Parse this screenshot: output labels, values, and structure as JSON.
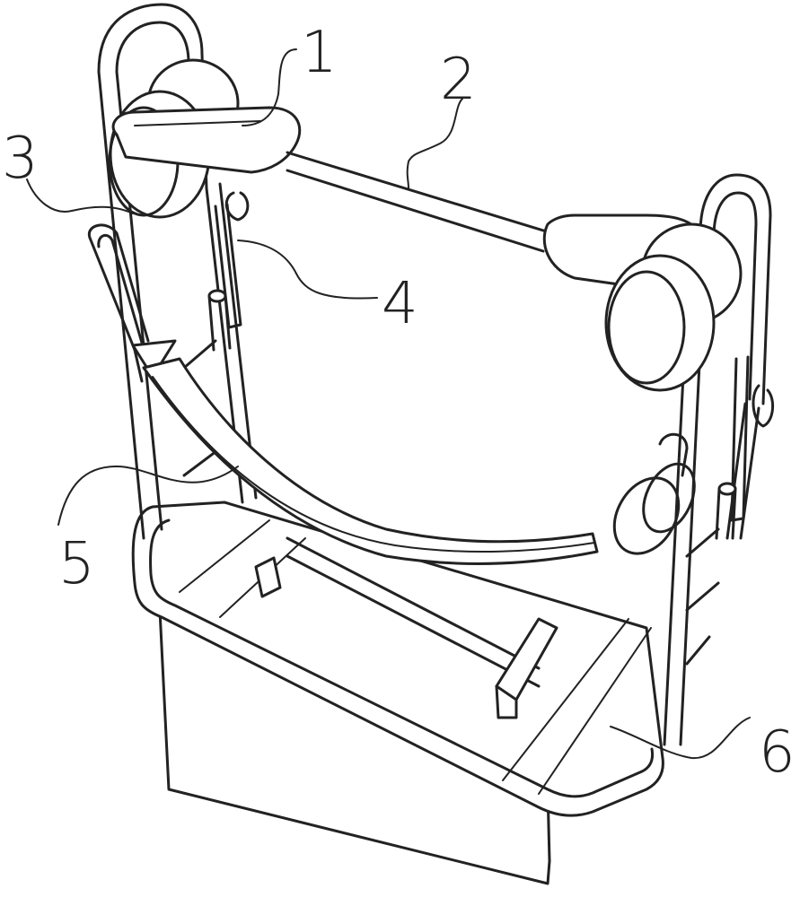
{
  "figure": {
    "callouts": [
      {
        "id": "c1",
        "text": "1"
      },
      {
        "id": "c2",
        "text": "2"
      },
      {
        "id": "c3",
        "text": "3"
      },
      {
        "id": "c4",
        "text": "4"
      },
      {
        "id": "c5",
        "text": "5"
      },
      {
        "id": "c6",
        "text": "6"
      }
    ]
  }
}
